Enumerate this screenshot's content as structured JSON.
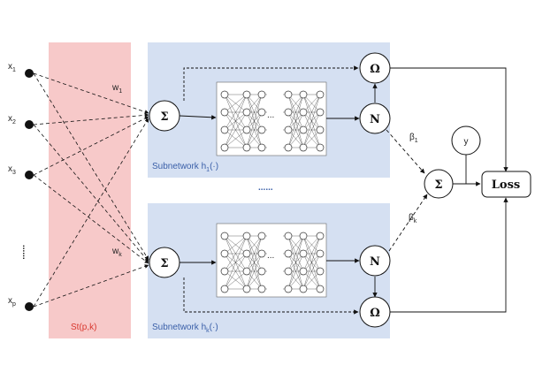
{
  "inputs": [
    {
      "base": "x",
      "sub": "1"
    },
    {
      "base": "x",
      "sub": "2"
    },
    {
      "base": "x",
      "sub": "3"
    },
    {
      "base": "x",
      "sub": "p"
    }
  ],
  "inputs_ellipsis": "......",
  "between_subnetworks_ellipsis": "......",
  "weights": {
    "w1": {
      "base": "w",
      "sub": "1"
    },
    "wk": {
      "base": "w",
      "sub": "k"
    }
  },
  "stiefel_label": "St(p,k)",
  "subnetworks": [
    {
      "label_pre": "Subnetwork h",
      "label_sub": "1",
      "label_post": "(·)"
    },
    {
      "label_pre": "Subnetwork h",
      "label_sub": "k",
      "label_post": "(·)"
    }
  ],
  "nodes": {
    "sum": "Σ",
    "norm": "N",
    "omega": "Ω",
    "y": "y",
    "loss": "Loss"
  },
  "mlp_ellipsis": "...",
  "betas": {
    "b1": {
      "base": "β",
      "sub": "1"
    },
    "bk": {
      "base": "β",
      "sub": "k"
    }
  },
  "colors": {
    "stiefel_fill": "#f7c9c9",
    "subnetwork_fill": "#d5e0f2",
    "stiefel_text": "#d8372e",
    "subnetwork_text": "#3a5fa8"
  }
}
